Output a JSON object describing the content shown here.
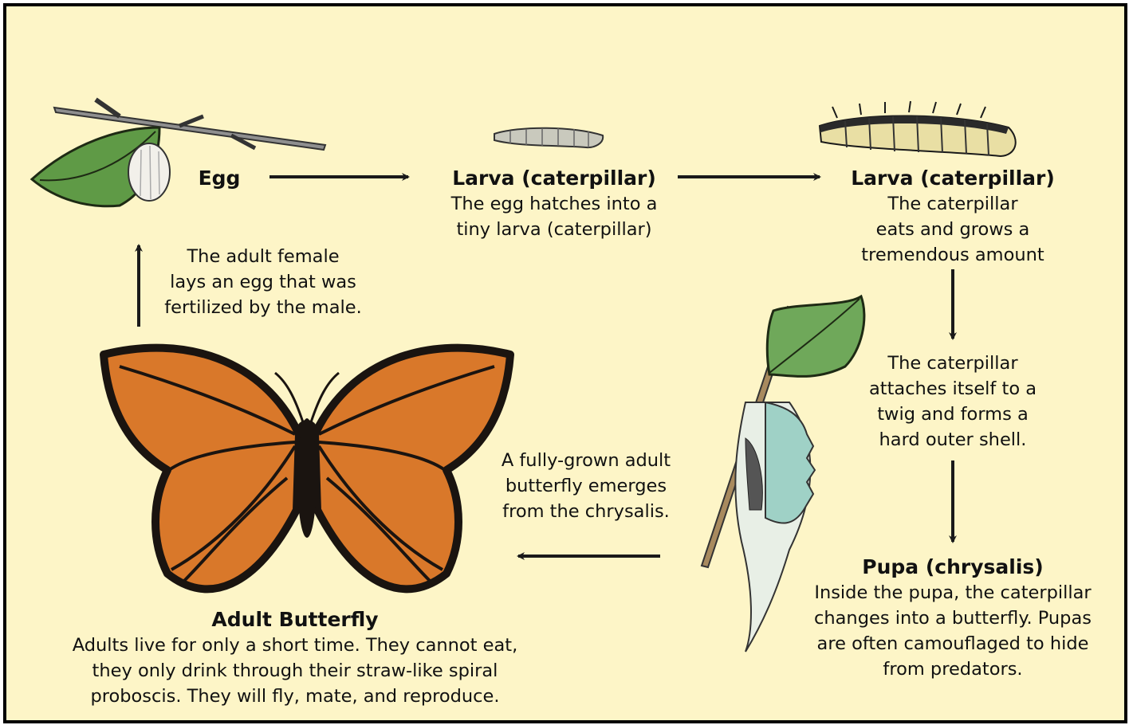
{
  "stages": {
    "egg": {
      "title": "Egg"
    },
    "larva_small": {
      "title": "Larva (caterpillar)",
      "description": "The egg hatches into a\ntiny larva (caterpillar)"
    },
    "larva_large": {
      "title": "Larva (caterpillar)",
      "description": "The caterpillar\neats and grows a\ntremendous amount"
    },
    "pupa": {
      "title": "Pupa (chrysalis)",
      "description": "Inside the pupa, the caterpillar\nchanges into a butterfly. Pupas\nare often camouflaged to hide\nfrom predators."
    },
    "adult": {
      "title": "Adult Butterfly",
      "description": "Adults live for only a short time. They cannot eat,\nthey only drink through their straw-like spiral\nproboscis. They will fly, mate, and reproduce."
    }
  },
  "transitions": {
    "attach": "The caterpillar\nattaches itself to a\ntwig and forms a\nhard outer shell.",
    "emerge": "A fully-grown adult\nbutterfly emerges\nfrom the chrysalis.",
    "lay_egg": "The adult female\nlays an egg that was\nfertilized by the male."
  },
  "colors": {
    "background": "#fdf5c7",
    "border": "#000000",
    "wing_orange": "#d9782a",
    "wing_black": "#1a1410",
    "leaf_green": "#5f9a46",
    "twig_brown": "#9a7b55"
  }
}
